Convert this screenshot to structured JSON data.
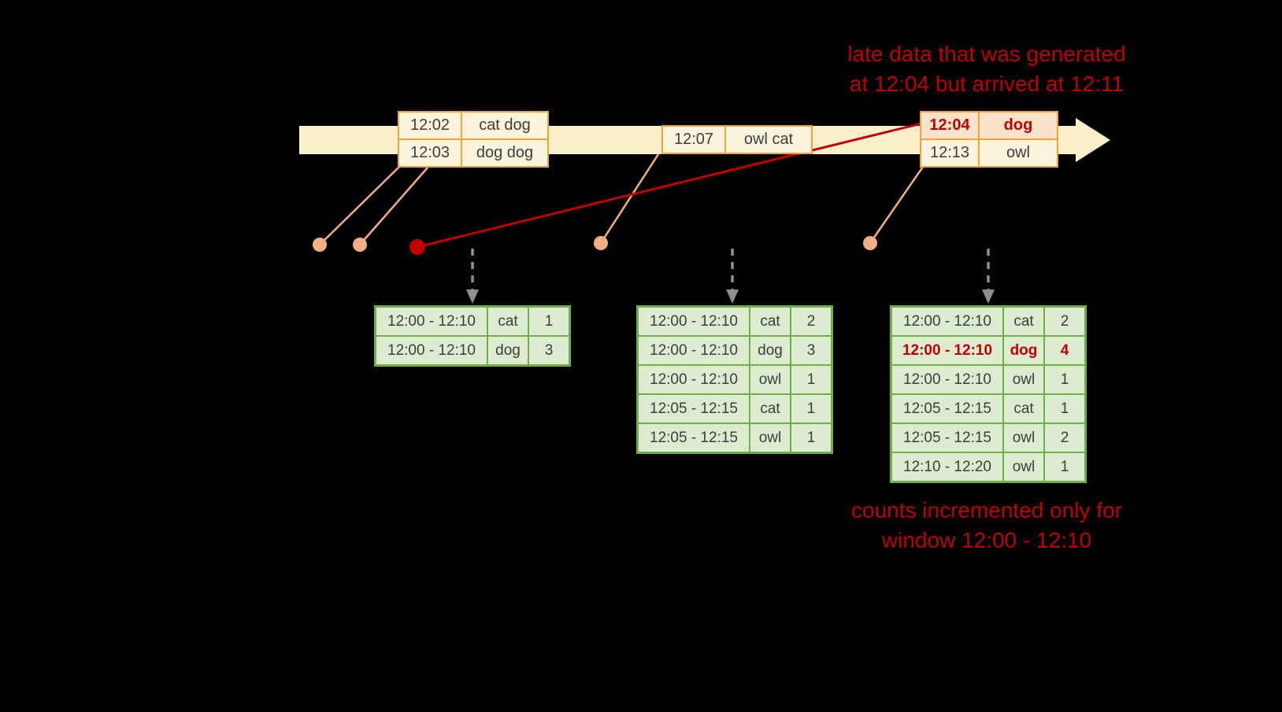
{
  "annotations": {
    "late_data_note": {
      "line1": "late data that was generated",
      "line2": "at 12:04 but arrived at 12:11"
    },
    "counts_note": {
      "line1": "counts incremented only for",
      "line2": "window 12:00 - 12:10"
    }
  },
  "input_tables": {
    "batch1": {
      "rows": [
        {
          "time": "12:02",
          "words": "cat dog"
        },
        {
          "time": "12:03",
          "words": "dog dog"
        }
      ]
    },
    "batch2": {
      "rows": [
        {
          "time": "12:07",
          "words": "owl cat"
        }
      ]
    },
    "batch3": {
      "rows": [
        {
          "time": "12:04",
          "words": "dog"
        },
        {
          "time": "12:13",
          "words": "owl"
        }
      ]
    }
  },
  "result_tables": {
    "trigger1": {
      "rows": [
        {
          "window": "12:00 - 12:10",
          "word": "cat",
          "count": 1
        },
        {
          "window": "12:00 - 12:10",
          "word": "dog",
          "count": 3
        }
      ]
    },
    "trigger2": {
      "rows": [
        {
          "window": "12:00 - 12:10",
          "word": "cat",
          "count": 2
        },
        {
          "window": "12:00 - 12:10",
          "word": "dog",
          "count": 3
        },
        {
          "window": "12:00 - 12:10",
          "word": "owl",
          "count": 1
        },
        {
          "window": "12:05 - 12:15",
          "word": "cat",
          "count": 1
        },
        {
          "window": "12:05 - 12:15",
          "word": "owl",
          "count": 1
        }
      ]
    },
    "trigger3": {
      "rows": [
        {
          "window": "12:00 - 12:10",
          "word": "cat",
          "count": 2
        },
        {
          "window": "12:00 - 12:10",
          "word": "dog",
          "count": 4
        },
        {
          "window": "12:00 - 12:10",
          "word": "owl",
          "count": 1
        },
        {
          "window": "12:05 - 12:15",
          "word": "cat",
          "count": 1
        },
        {
          "window": "12:05 - 12:15",
          "word": "owl",
          "count": 2
        },
        {
          "window": "12:10 - 12:20",
          "word": "owl",
          "count": 1
        }
      ]
    }
  },
  "colors": {
    "background": "#000000",
    "timeline_fill": "#fbeecb",
    "input_border": "#f1a33c",
    "input_fill": "#fdf4de",
    "late_row_fill": "#fbe3cb",
    "accent_red": "#c00000",
    "connector_orange": "#f1b083",
    "result_border": "#6fae49",
    "result_fill": "#ddebd1",
    "trigger_arrow_gray": "#8f8f8f"
  }
}
